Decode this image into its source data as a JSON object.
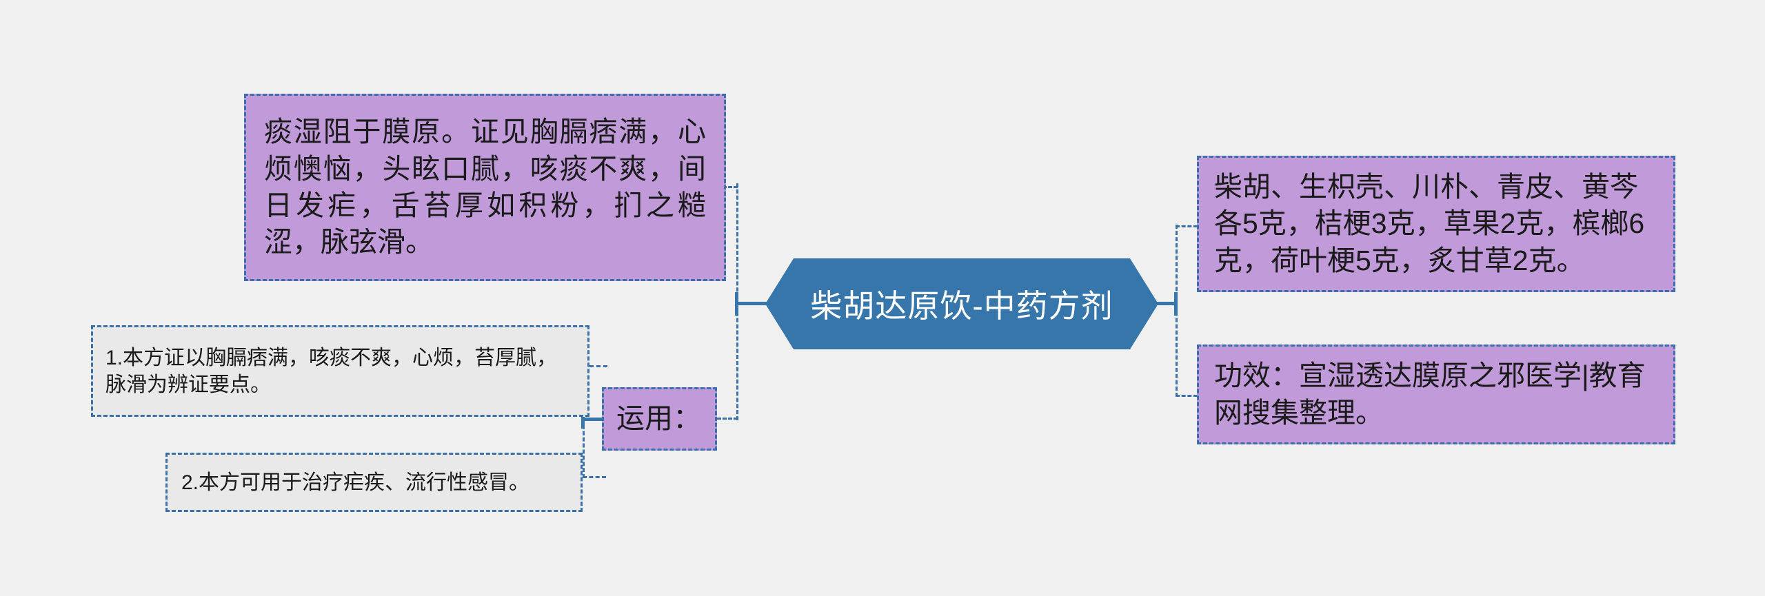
{
  "diagram": {
    "type": "mind-map",
    "background_color": "#eff0ef",
    "accent_color": "#3776ab",
    "node_fill_purple": "#c19ad9",
    "node_fill_gray": "#e9e9e9",
    "border_color": "#3a6fa8"
  },
  "center": {
    "title": "柴胡达原饮-中药方剂"
  },
  "nodes": {
    "syndrome": {
      "text": "痰湿阻于膜原。证见胸膈痞满，心烦懊恼，头眩口腻，咳痰不爽，间日发疟，舌苔厚如积粉，扪之糙涩，脉弦滑。"
    },
    "ingredients": {
      "text": "柴胡、生枳壳、川朴、青皮、黄芩各5克，桔梗3克，草果2克，槟榔6克，荷叶梗5克，炙甘草2克。"
    },
    "effect": {
      "text": "功效：宣湿透达膜原之邪医学|教育网搜集整理。"
    },
    "application": {
      "label": "运用："
    },
    "point1": {
      "text": "1.本方证以胸膈痞满，咳痰不爽，心烦，苔厚腻，脉滑为辨证要点。"
    },
    "point2": {
      "text": "2.本方可用于治疗疟疾、流行性感冒。"
    }
  }
}
